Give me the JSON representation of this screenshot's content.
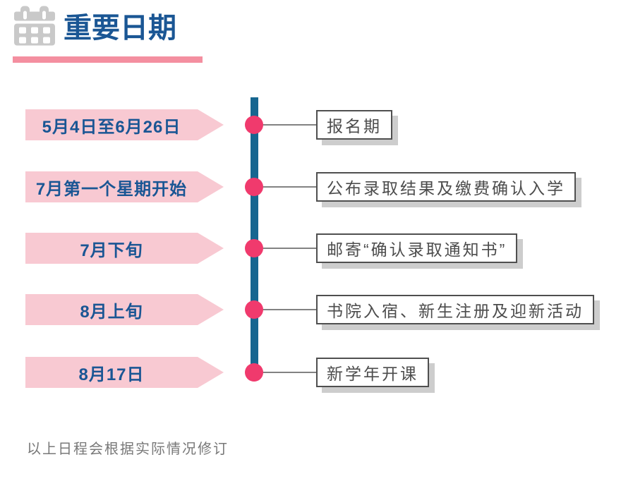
{
  "header": {
    "title": "重要日期",
    "icon": "calendar-icon"
  },
  "timeline": {
    "items": [
      {
        "date": "5月4日至6月26日",
        "event": "报名期"
      },
      {
        "date": "7月第一个星期开始",
        "event": "公布录取结果及缴费确认入学"
      },
      {
        "date": "7月下旬",
        "event": "邮寄“确认录取通知书”"
      },
      {
        "date": "8月上旬",
        "event": "书院入宿、新生注册及迎新活动"
      },
      {
        "date": "8月17日",
        "event": "新学年开课"
      }
    ]
  },
  "footer": {
    "note": "以上日程会根据实际情况修订"
  },
  "palette": {
    "title_blue": "#1a5694",
    "flag_pink": "#f8c9d2",
    "divider_pink": "#f48fa0",
    "dot_pink": "#f03a6d",
    "bar_blue": "#176690",
    "box_border_gray": "#4f4f4f",
    "box_text_gray": "#4c4c4c",
    "box_shadow_gray": "#cdcdcd",
    "icon_gray": "#c9c9c9",
    "footer_gray": "#787878"
  }
}
